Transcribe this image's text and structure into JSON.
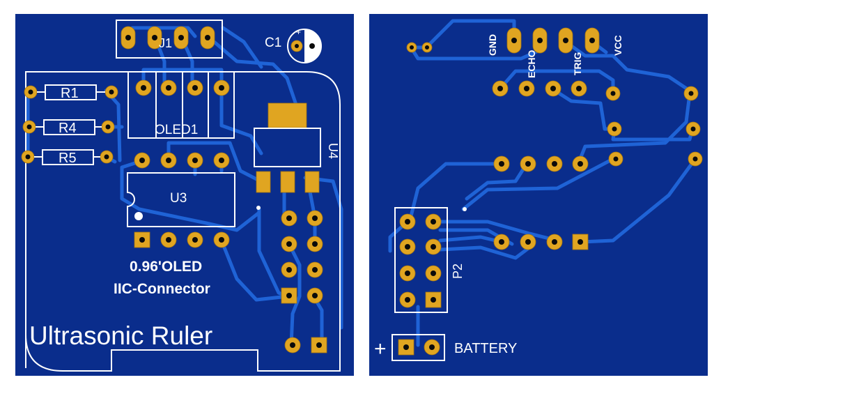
{
  "colors": {
    "board": "#0a2d8c",
    "trace": "#1f63d6",
    "pad": "#e0a521",
    "silkscreen": "#ffffff",
    "drill": "#0b0b0b"
  },
  "top_board": {
    "designators": {
      "j1": "J1",
      "c1": "C1",
      "r1": "R1",
      "r4": "R4",
      "r5": "R5",
      "oled1": "OLED1",
      "u3": "U3",
      "u4": "U4"
    },
    "notes": {
      "oled_line1": "0.96'OLED",
      "oled_line2": "IIC-Connector"
    },
    "title": "Ultrasonic Ruler"
  },
  "bottom_board": {
    "sensor_labels": {
      "gnd": "GND",
      "echo": "ECHO",
      "trig": "TRIG",
      "vcc": "VCC"
    },
    "p2": "P2",
    "battery_label": "BATTERY",
    "battery_plus": "+"
  }
}
